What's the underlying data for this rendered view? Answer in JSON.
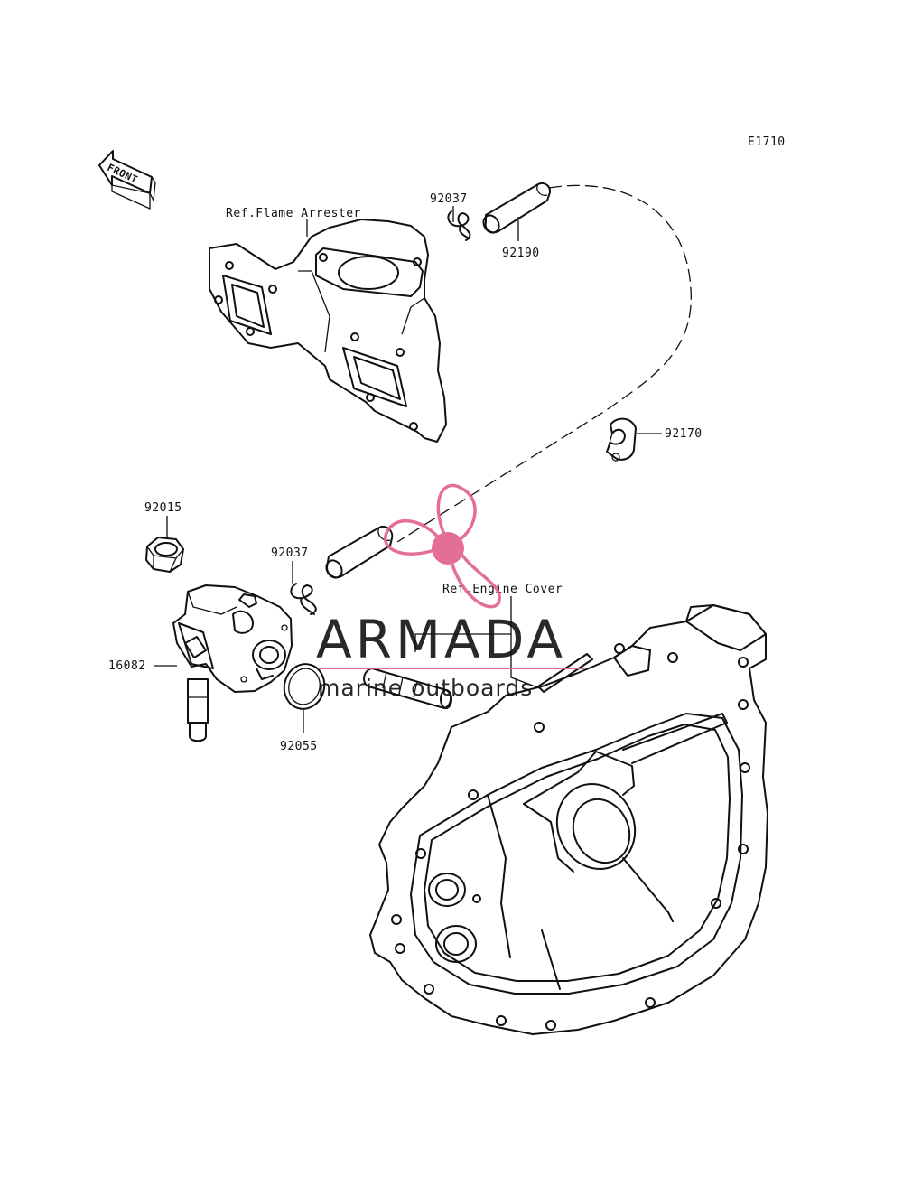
{
  "diagram_code": "E1710",
  "front_label": "FRONT",
  "callouts": {
    "flame_arrester": "Ref.Flame Arrester",
    "engine_cover": "Ref.Engine Cover",
    "p92037_top": "92037",
    "p92190": "92190",
    "p92170": "92170",
    "p92015": "92015",
    "p92037_mid": "92037",
    "p16082": "16082",
    "p92055": "92055"
  },
  "watermark": {
    "brand": "ARMADA",
    "tagline": "marine outboards",
    "brand_color": "#6e6e6e",
    "accent_color": "#e0608c"
  }
}
